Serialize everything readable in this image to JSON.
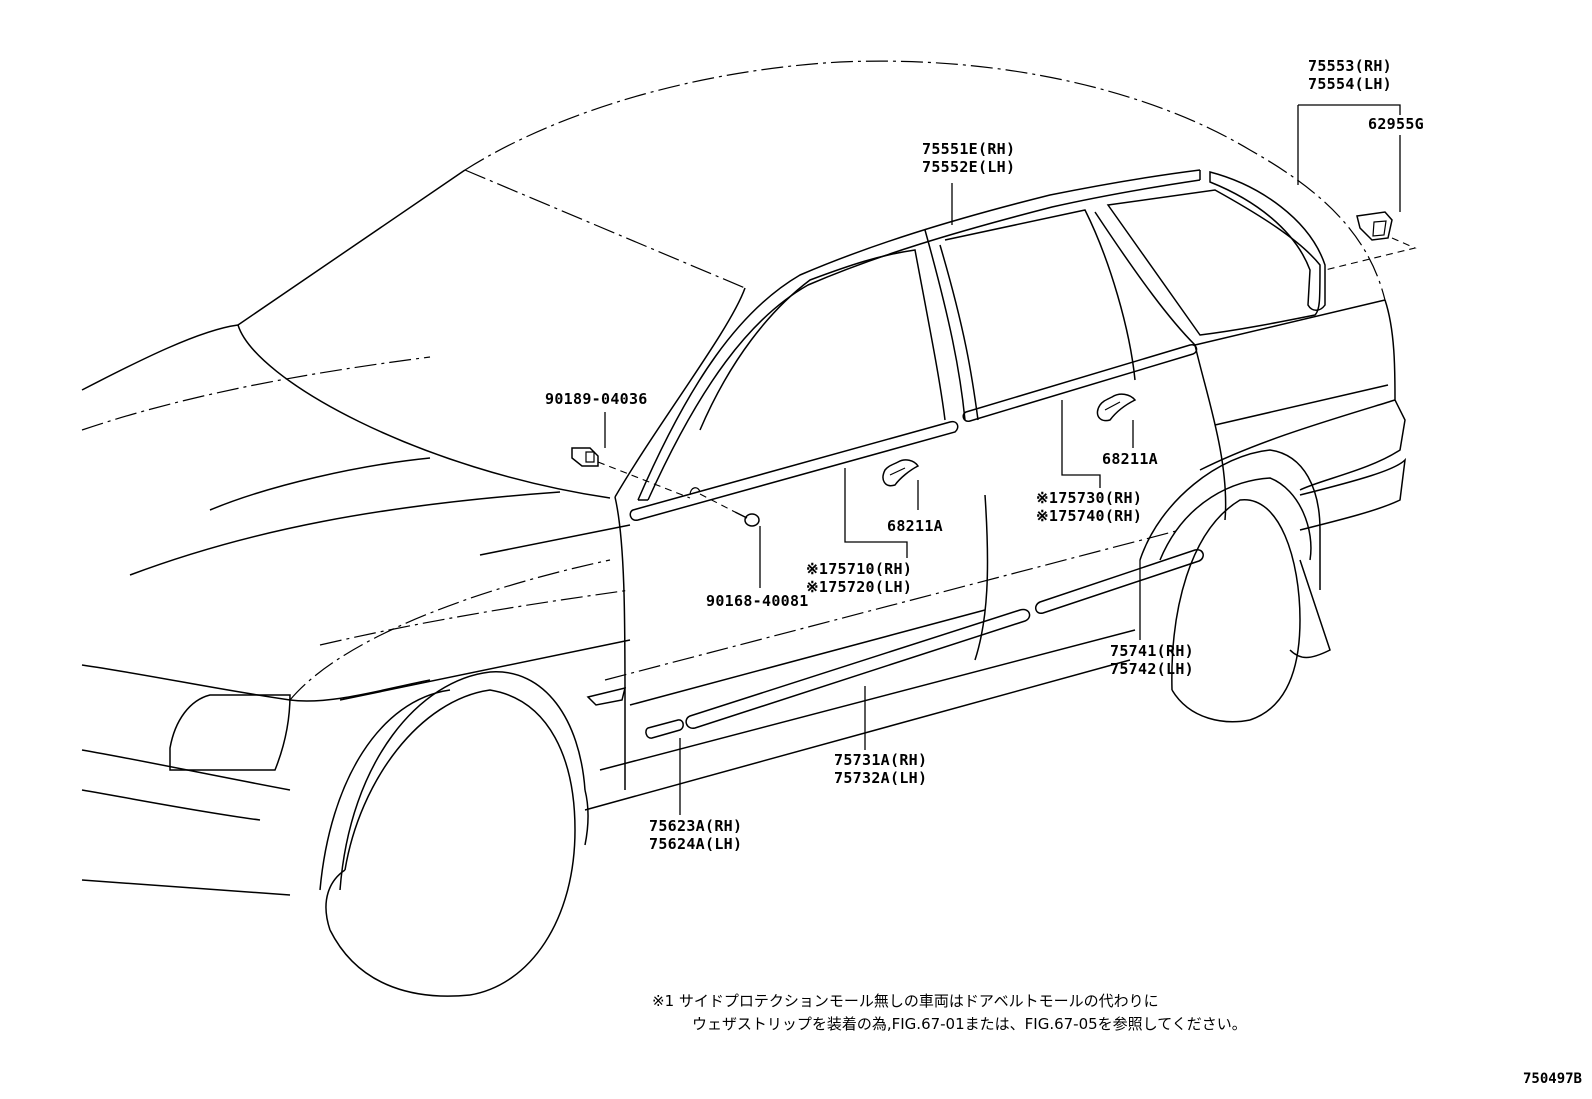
{
  "diagram_code": "750497B",
  "callouts": {
    "p75553": "75553(RH)",
    "p75554": "75554(LH)",
    "p62955G": "62955G",
    "p75551E": "75551E(RH)",
    "p75552E": "75552E(LH)",
    "p90189": "90189-04036",
    "p68211A_front": "68211A",
    "p68211A_rear": "68211A",
    "p75730": "※175730(RH)",
    "p75740": "※175740(RH)",
    "p75710": "※175710(RH)",
    "p75720": "※175720(LH)",
    "p90168": "90168-40081",
    "p75741": "75741(RH)",
    "p75742": "75742(LH)",
    "p75731A": "75731A(RH)",
    "p75732A": "75732A(LH)",
    "p75623A": "75623A(RH)",
    "p75624A": "75624A(LH)"
  },
  "note": {
    "line1": "※1 サイドプロテクションモール無しの車両はドアベルトモールの代わりに",
    "line2": "ウェザストリップを装着の為,FIG.67-01または、FIG.67-05を参照してください。"
  }
}
